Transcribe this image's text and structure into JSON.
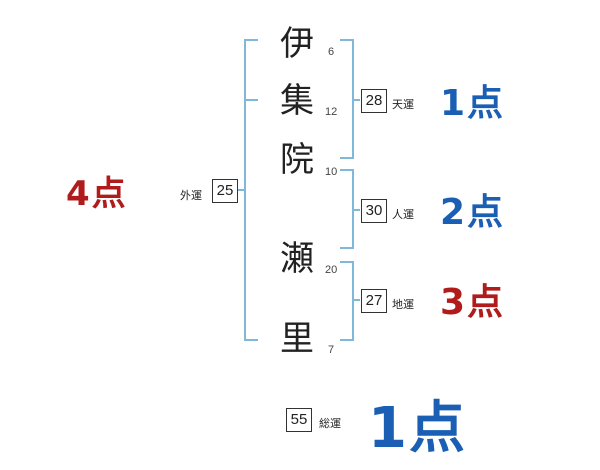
{
  "name_chars": [
    {
      "char": "伊",
      "strokes": "6"
    },
    {
      "char": "集",
      "strokes": "12"
    },
    {
      "char": "院",
      "strokes": "10"
    },
    {
      "char": "瀬",
      "strokes": "20"
    },
    {
      "char": "里",
      "strokes": "7"
    }
  ],
  "fortunes": {
    "ten": {
      "value": "28",
      "label": "天運",
      "score": "1点"
    },
    "jin": {
      "value": "30",
      "label": "人運",
      "score": "2点"
    },
    "chi": {
      "value": "27",
      "label": "地運",
      "score": "3点"
    },
    "gai": {
      "value": "25",
      "label": "外運",
      "score": "4点"
    },
    "total": {
      "value": "55",
      "label": "総運",
      "score": "1点"
    }
  },
  "colors": {
    "bracket": "#7fb8d8",
    "score_blue": "#1a5fb4",
    "score_red": "#b01c1c"
  }
}
